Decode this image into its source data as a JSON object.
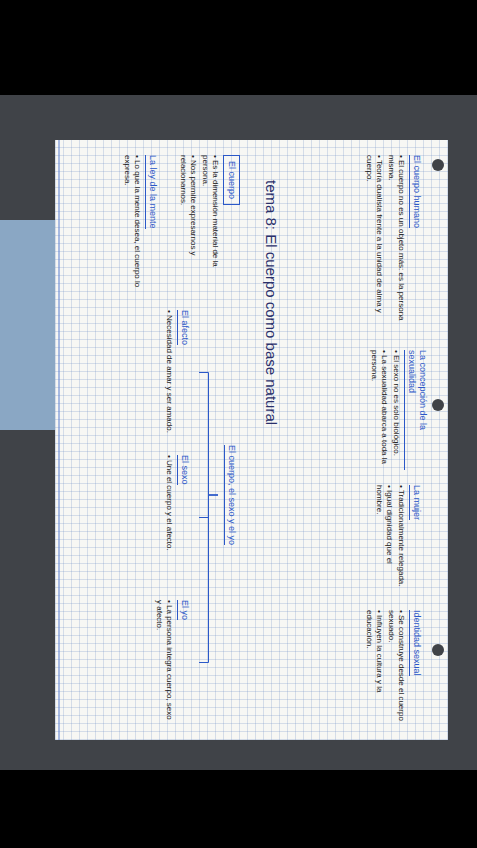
{
  "diagram": {
    "title": "tema 8: El cuerpo como base natural",
    "nodes": [
      {
        "text": [
          "El cuerpo humano",
          "• El cuerpo no es un objeto más: es la persona misma.",
          "• Teoría dualista frente a la unidad de alma y cuerpo."
        ]
      },
      {
        "text": [
          "La concepción de la sexualidad",
          "• El sexo no es solo biológico.",
          "• La sexualidad abarca a toda la persona."
        ]
      },
      {
        "text": [
          "La mujer",
          "• Tradicionalmente relegada.",
          "• Igual dignidad que el hombre."
        ]
      },
      {
        "text": [
          "Identidad sexual",
          "• Se construye desde el cuerpo sexuado.",
          "• Influyen la cultura y la educación."
        ]
      },
      {
        "text": [
          "El cuerpo",
          "• Es la dimensión material de la persona.",
          "• Nos permite expresarnos y relacionarnos."
        ]
      },
      {
        "text": [
          "La ley de la mente",
          "• Lo que la mente desea, el cuerpo lo expresa."
        ]
      },
      {
        "text": [
          "El cuerpo, el sexo y el yo"
        ]
      },
      {
        "text": [
          "El afecto",
          "• Necesidad de amar y ser amado."
        ]
      },
      {
        "text": [
          "El sexo",
          "• Une el cuerpo y el afecto."
        ]
      },
      {
        "text": [
          "El yo",
          "• La persona integra cuerpo, sexo y afecto."
        ]
      }
    ],
    "edges": [
      {
        "from": 6,
        "to": 7,
        "arrow": "none"
      },
      {
        "from": 6,
        "to": 8,
        "arrow": "none"
      },
      {
        "from": 6,
        "to": 9,
        "arrow": "none"
      }
    ]
  }
}
